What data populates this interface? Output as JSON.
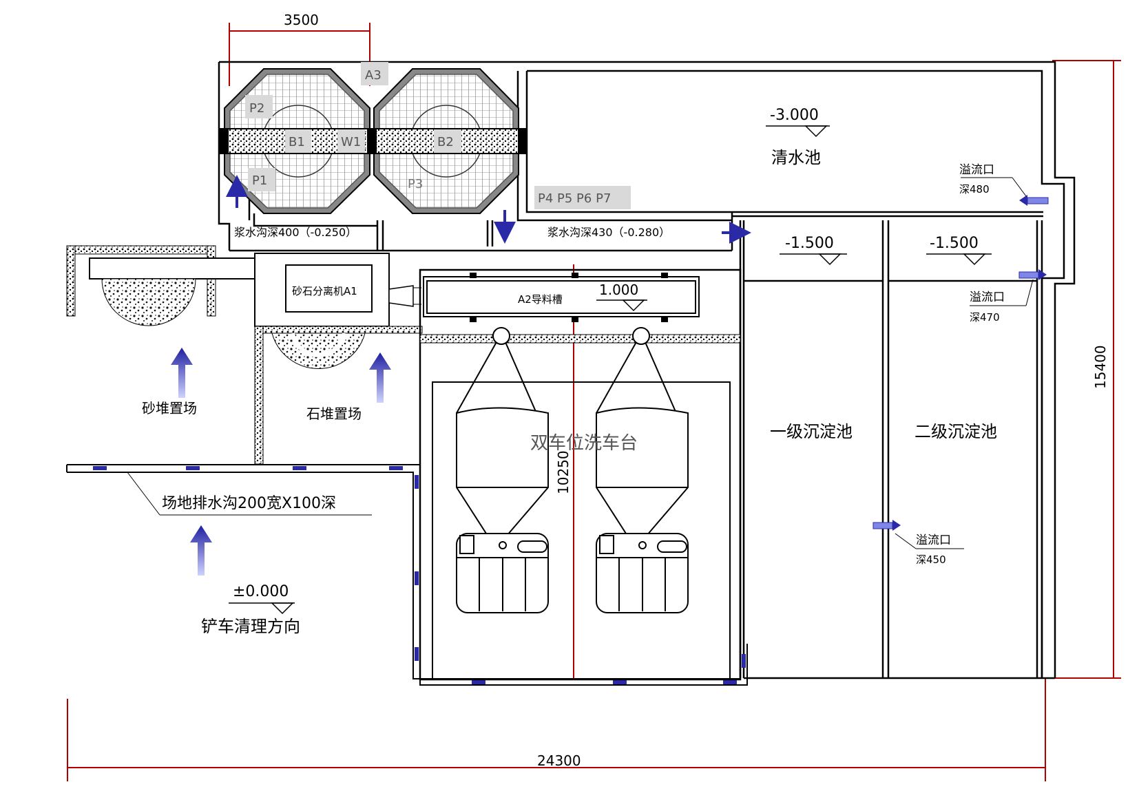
{
  "dims": {
    "width": "3500",
    "total_width": "24300",
    "total_height": "15400",
    "wash_length": "10250"
  },
  "equipment": {
    "a3": "A3",
    "p2": "P2",
    "b1": "B1",
    "w1": "W1",
    "b2": "B2",
    "p1": "P1",
    "p3": "P3",
    "p4_p7": "P4 P5 P6 P7"
  },
  "clear_pool": {
    "elevation": "-3.000",
    "name": "清水池"
  },
  "trench1": "浆水沟深400（-0.250）",
  "trench2": "浆水沟深430（-0.280）",
  "separator": "砂石分离机A1",
  "chute": "A2导料槽",
  "chute_elev": "1.000",
  "sed1": {
    "elevation": "-1.500",
    "name": "一级沉淀池"
  },
  "sed2": {
    "elevation": "-1.500",
    "name": "二级沉淀池"
  },
  "overflow1": {
    "label": "溢流口",
    "depth": "深480"
  },
  "overflow2": {
    "label": "溢流口",
    "depth": "深470"
  },
  "overflow3": {
    "label": "溢流口",
    "depth": "深450"
  },
  "sand_yard": "砂堆置场",
  "stone_yard": "石堆置场",
  "wash_platform": "双车位洗车台",
  "site_trench": "场地排水沟200宽X100深",
  "ground_elev": "±0.000",
  "forklift_dir": "铲车清理方向",
  "colors": {
    "arrow": "#2a2aa8",
    "dim": "#b00000",
    "line": "#000000",
    "tag_bg": "#d9d9d9"
  }
}
